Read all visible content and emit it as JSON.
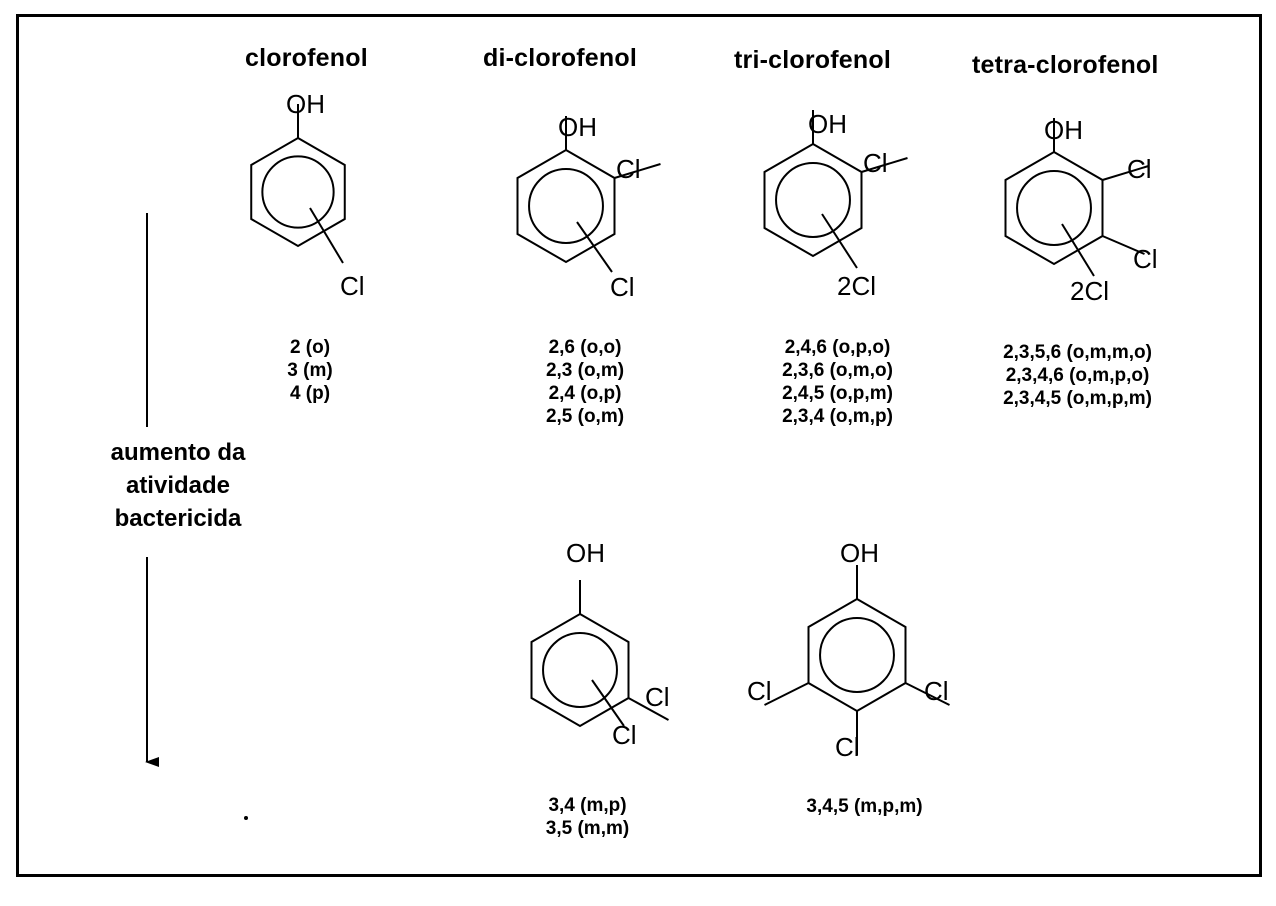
{
  "columns": [
    {
      "title": "clorofenol",
      "positions": [
        "2 (o)",
        "3 (m)",
        "4 (p)"
      ]
    },
    {
      "title": "di-clorofenol",
      "positions": [
        "2,6 (o,o)",
        "2,3 (o,m)",
        "2,4 (o,p)",
        "2,5 (o,m)"
      ]
    },
    {
      "title": "tri-clorofenol",
      "positions": [
        "2,4,6 (o,p,o)",
        "2,3,6 (o,m,o)",
        "2,4,5 (o,p,m)",
        "2,3,4 (o,m,p)"
      ]
    },
    {
      "title": "tetra-clorofenol",
      "positions": [
        "2,3,5,6 (o,m,m,o)",
        "2,3,4,6 (o,m,p,o)",
        "2,3,4,5 (o,m,p,m)"
      ]
    }
  ],
  "extra": [
    {
      "positions": [
        "3,4 (m,p)",
        "3,5 (m,m)"
      ]
    },
    {
      "positions": [
        "3,4,5 (m,p,m)"
      ]
    }
  ],
  "side_label": {
    "line1": "aumento da",
    "line2": "atividade",
    "line3": "bactericida"
  },
  "labels": {
    "oh": "OH",
    "cl": "Cl",
    "two_cl": "2Cl"
  }
}
